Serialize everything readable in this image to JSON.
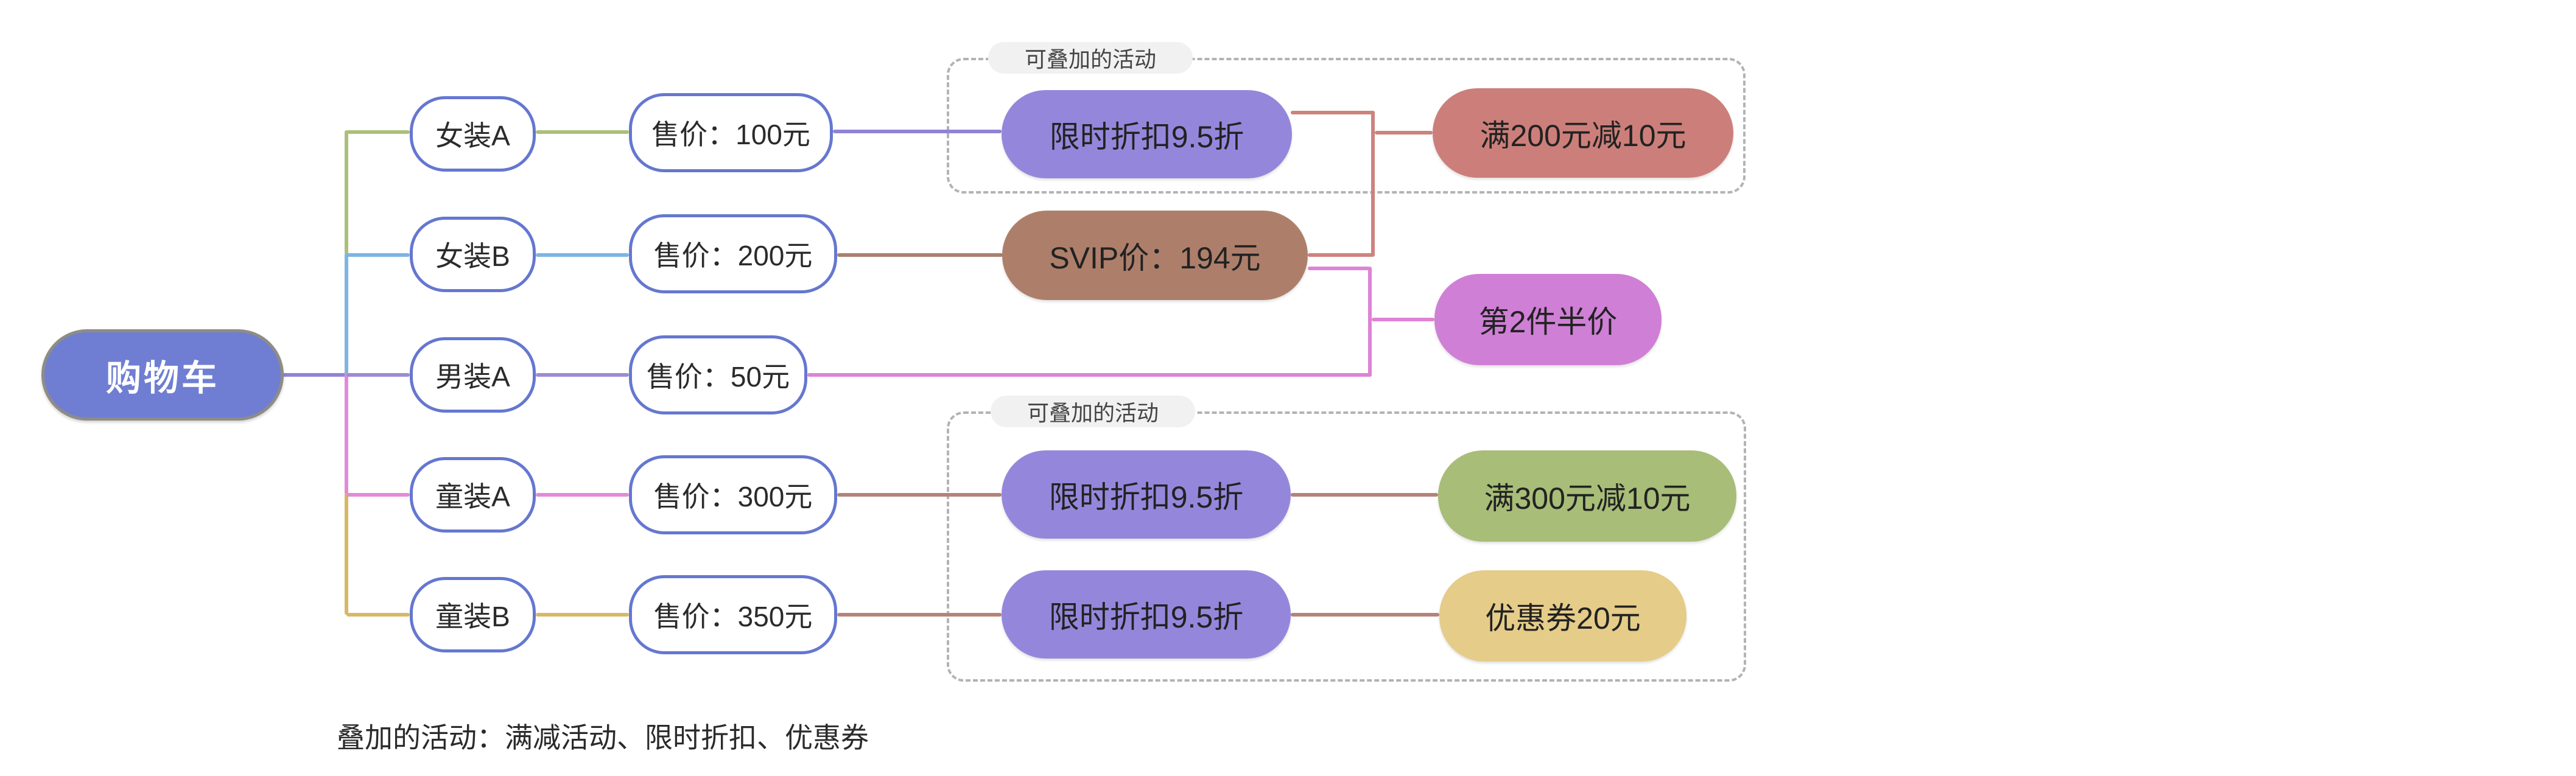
{
  "root": {
    "label": "购物车"
  },
  "items": [
    {
      "label": "女装A"
    },
    {
      "label": "女装B"
    },
    {
      "label": "男装A"
    },
    {
      "label": "童装A"
    },
    {
      "label": "童装B"
    }
  ],
  "prices": [
    {
      "label": "售价：100元"
    },
    {
      "label": "售价：200元"
    },
    {
      "label": "售价：50元"
    },
    {
      "label": "售价：300元"
    },
    {
      "label": "售价：350元"
    }
  ],
  "activities": [
    {
      "label": "限时折扣9.5折"
    },
    {
      "label": "SVIP价：194元"
    },
    {
      "label": "限时折扣9.5折"
    },
    {
      "label": "限时折扣9.5折"
    }
  ],
  "promos": [
    {
      "label": "满200元减10元"
    },
    {
      "label": "第2件半价"
    },
    {
      "label": "满300元减10元"
    },
    {
      "label": "优惠券20元"
    }
  ],
  "groups": [
    {
      "label": "可叠加的活动"
    },
    {
      "label": "可叠加的活动"
    }
  ],
  "note": {
    "text": "叠加的活动：满减活动、限时折扣、优惠券"
  },
  "colors": {
    "root_fill": "#6f7ed3",
    "root_border": "#8e8c85",
    "node_border": "#6577d0",
    "branch_olive": "#abc07a",
    "branch_blue": "#7cb5e3",
    "branch_purple": "#9c8bd4",
    "branch_pink": "#e28ad8",
    "branch_gold": "#d8b766",
    "line_purple": "#9083d6",
    "line_brown": "#ab7f6d",
    "line_salmon": "#cc837e",
    "line_brick": "#b5837a",
    "line_pink": "#dd84d6",
    "fill_purple": "#9487db",
    "fill_brown": "#ad7f6b",
    "fill_salmon": "#cc7f7a",
    "fill_orchid": "#cf7fd5",
    "fill_green": "#a8bd78",
    "fill_khaki": "#e5cc89",
    "label_bg": "#f1f1f1",
    "label_text": "#454545",
    "note_text": "#2b2b2b"
  }
}
